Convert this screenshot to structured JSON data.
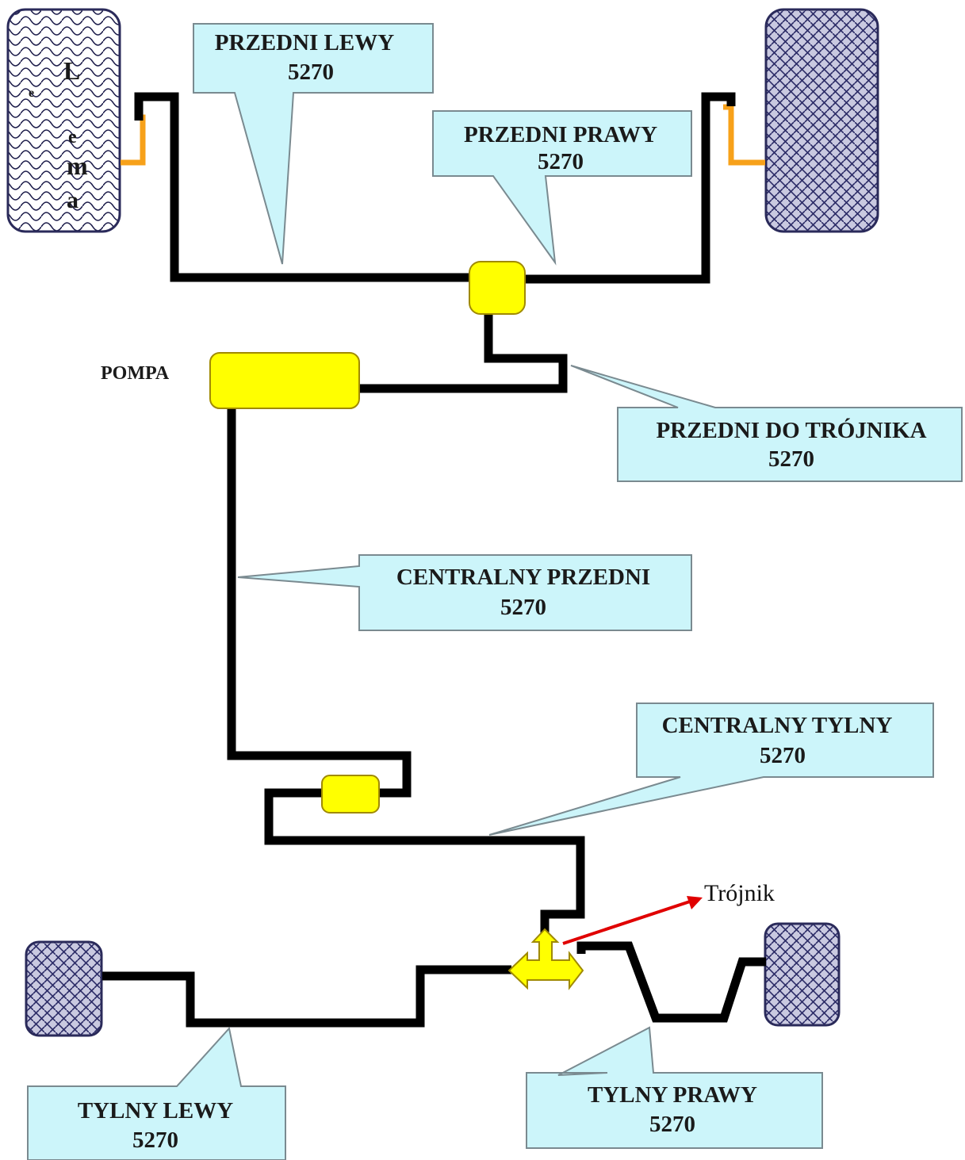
{
  "labels": {
    "pompa": "POMPA",
    "trojnik": "Trójnik",
    "tire_letters": [
      "L",
      "e",
      "m",
      "a",
      "e"
    ]
  },
  "callouts": {
    "przedni_lewy": {
      "title": "PRZEDNI LEWY",
      "code": "5270"
    },
    "przedni_prawy": {
      "title": "PRZEDNI PRAWY",
      "code": "5270"
    },
    "przedni_do_trojnika": {
      "title": "PRZEDNI DO TRÓJNIKA",
      "code": "5270"
    },
    "centralny_przedni": {
      "title": "CENTRALNY PRZEDNI",
      "code": "5270"
    },
    "centralny_tylny": {
      "title": "CENTRALNY TYLNY",
      "code": "5270"
    },
    "tylny_lewy": {
      "title": "TYLNY LEWY",
      "code": "5270"
    },
    "tylny_prawy": {
      "title": "TYLNY PRAWY",
      "code": "5270"
    }
  },
  "colors": {
    "pipe": "#000000",
    "callout_fill": "#ccf5fa",
    "callout_stroke": "#7a8a90",
    "component_fill": "#ffff00",
    "component_stroke": "#a08a00",
    "hose": "#f7a11a",
    "arrow": "#e00000",
    "tire_fill": "#c9c9e0"
  }
}
